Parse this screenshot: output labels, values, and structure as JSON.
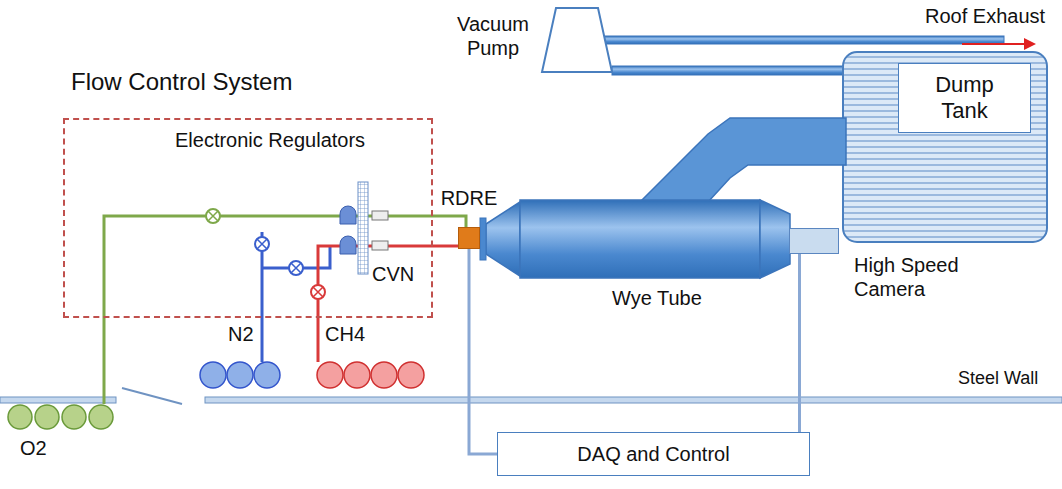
{
  "diagram": {
    "nodes": [
      {
        "text": [
          "Flow Control System"
        ]
      },
      {
        "text": [
          "RDRE"
        ]
      },
      {
        "text": [
          "Dump Tank"
        ]
      },
      {
        "text": [
          "High Speed Camera"
        ]
      },
      {
        "text": [
          "DAQ and Control"
        ]
      }
    ],
    "edges": [
      {
        "from": 1,
        "to": 4,
        "arrow": "none"
      },
      {
        "from": 3,
        "to": 4,
        "arrow": "none"
      }
    ],
    "labels": [
      "Roof Exhaust",
      "Vacuum Pump",
      "Electronic Regulators",
      "CVN",
      "Wye Tube",
      "N2",
      "CH4",
      "Steel Wall",
      "O2"
    ]
  }
}
